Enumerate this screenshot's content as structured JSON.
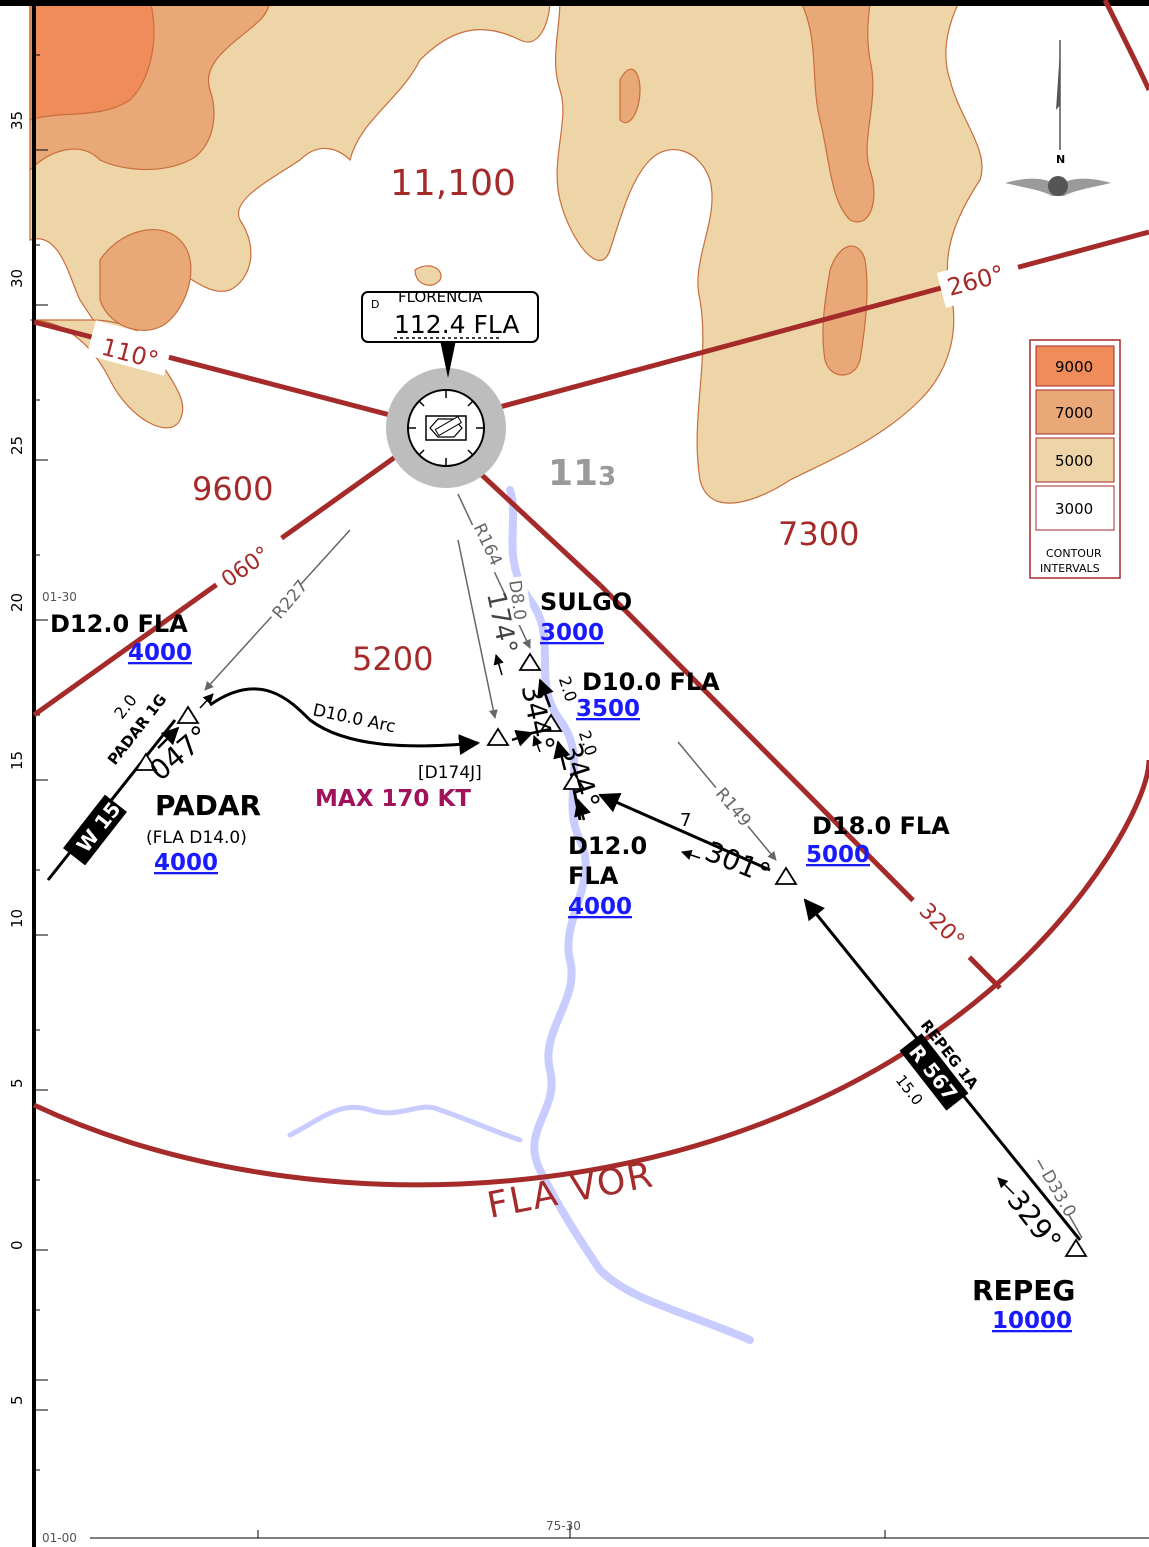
{
  "colors": {
    "terrain_9000": "#f08c5a",
    "terrain_7000": "#e8a878",
    "terrain_5000": "#eed5a8",
    "terrain_3000": "#ffffff",
    "ring": "#a52a2a",
    "altitude": "#1a1aff",
    "speed": "#a0125a",
    "river": "#c8ccff",
    "navaid_halo": "#bdbdbd"
  },
  "navaid": {
    "type_letter": "D",
    "name": "FLORENCIA",
    "frequency": "112.4 FLA"
  },
  "terrain_labels": {
    "peak_north": "11,100",
    "west": "9600",
    "east": "7300",
    "center": "5200",
    "msa_big": "11",
    "msa_small": "3"
  },
  "bearings": {
    "b110": "110°",
    "b260": "260°",
    "b060": "060°",
    "b320": "320°"
  },
  "ring_label": "FLA VOR",
  "grid": {
    "lat_top": "01-30",
    "lat_bottom": "01-00",
    "lon_bottom": "75-30",
    "left_ticks": [
      "35",
      "30",
      "25",
      "20",
      "15",
      "10",
      "5",
      "0",
      "5"
    ]
  },
  "fixes": {
    "d12_nw": {
      "name": "D12.0 FLA",
      "alt": "4000"
    },
    "sulgo": {
      "name": "SULGO",
      "alt": "3000"
    },
    "d10": {
      "name": "D10.0 FLA",
      "alt": "3500"
    },
    "d18": {
      "name": "D18.0 FLA",
      "alt": "5000"
    },
    "d12_s_line1": "D12.0",
    "d12_s_line2": "FLA",
    "d12_s_alt": "4000",
    "padar": {
      "name": "PADAR",
      "sub": "(FLA D14.0)",
      "alt": "4000"
    },
    "repeg": {
      "name": "REPEG",
      "alt": "10000"
    }
  },
  "route_labels": {
    "r227": "R227",
    "r164": "R164",
    "d8": "D8.0",
    "c174": "174°",
    "c344a": "344°",
    "c344b": "344°",
    "d20a": "2.0",
    "d20b": "2.0",
    "d20c": "2.0",
    "arc": "D10.0 Arc",
    "d174j": "[D174J]",
    "max_speed": "MAX 170 KT",
    "r149": "R149",
    "dist7": "7",
    "c301": "301°",
    "c329": "329°",
    "d33": "D33.0",
    "d15": "15.0",
    "padar1g": "PADAR 1G",
    "c047": "047°",
    "repeg1a": "REPEG 1A",
    "airway_r567": "R 567",
    "airway_w15": "W 15"
  },
  "legend": {
    "levels": [
      "9000",
      "7000",
      "5000",
      "3000"
    ],
    "title_line1": "CONTOUR",
    "title_line2": "INTERVALS"
  },
  "compass": {
    "north": "N"
  }
}
